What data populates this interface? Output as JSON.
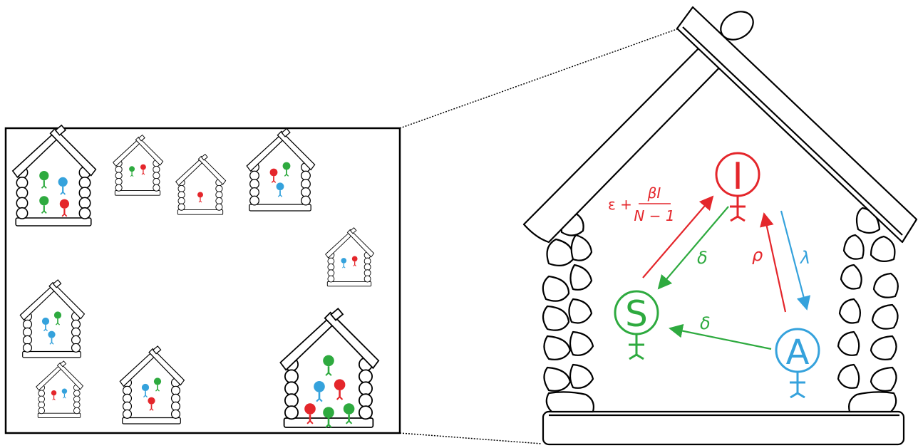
{
  "colors": {
    "outline": "#000000",
    "susceptible": "#2eaa3f",
    "infected": "#e4262b",
    "asymptomatic": "#35a2dc",
    "background": "#ffffff"
  },
  "nodes": {
    "infected": {
      "label": "I"
    },
    "susceptible": {
      "label": "S"
    },
    "asymptomatic": {
      "label": "A"
    }
  },
  "edges": {
    "s_to_i": {
      "label_prefix": "ε +",
      "numerator": "βI",
      "denominator": "N − 1"
    },
    "i_to_s": {
      "label": "δ"
    },
    "a_to_s": {
      "label": "δ"
    },
    "a_to_i": {
      "label": "ρ"
    },
    "i_to_a": {
      "label": "λ"
    }
  },
  "small_houses": [
    {
      "people": [
        "green",
        "blue",
        "green",
        "red"
      ]
    },
    {
      "people": [
        "green",
        "red"
      ]
    },
    {
      "people": [
        "red"
      ]
    },
    {
      "people": [
        "red",
        "green",
        "blue"
      ]
    },
    {
      "people": [
        "blue",
        "red"
      ]
    },
    {
      "people": [
        "blue",
        "green",
        "blue"
      ]
    },
    {
      "people": [
        "red",
        "blue"
      ]
    },
    {
      "people": [
        "blue",
        "green",
        "red"
      ]
    },
    {
      "people": [
        "green",
        "blue",
        "red",
        "red",
        "green",
        "green"
      ]
    }
  ]
}
